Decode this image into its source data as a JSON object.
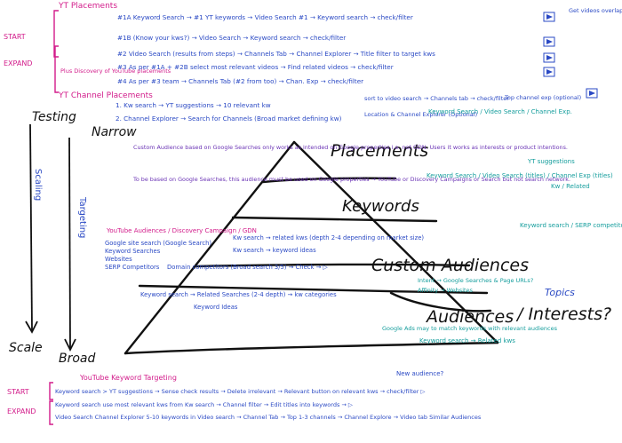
{
  "colors": {
    "black": "#111111",
    "blue": "#2a49c4",
    "magenta": "#d21b8a",
    "teal": "#149d9c",
    "purple": "#6b34b5"
  },
  "side_labels": {
    "start_top": "START",
    "expand_top": "EXPAND",
    "start_bottom": "START",
    "expand_bottom": "EXPAND",
    "testing": "Testing",
    "scaling": "Scaling",
    "scale": "Scale",
    "narrow": "Narrow",
    "broad": "Broad",
    "targeting": "Targeting"
  },
  "pyramid_labels": {
    "placements": "Placements",
    "keywords": "Keywords",
    "custom_audiences": "Custom Audiences",
    "audiences": "Audiences",
    "interests": "/ Interests?",
    "topics": "Topics"
  },
  "top_section": {
    "yt_placements": "YT Placements",
    "yt_channel_placements": "YT Channel Placements",
    "flow_1a": "#1A  Keyword Search  →  #1  YT keywords  →  Video Search #1  →  Keyword search → check/filter",
    "flow_1b": "#1B  (Know your kws?)  →  Video Search → Keyword search → check/filter",
    "flow_2": "#2  Video Search (results from steps) → Channels Tab → Channel Explorer → Title filter to target kws",
    "flow_3": "#3  As per #1A + #2B  select most relevant videos → Find related videos → check/filter",
    "flow_4": "#4  As per #3 team → Channels Tab (#2 from too) → Chan. Exp → check/filter",
    "plus_discovery": "Plus Discovery of YouTube placements",
    "get_videos": "Get videos overlap",
    "kw_search_suggestions": "1. Kw search → YT suggestions → 10 relevant kw",
    "channel_explorer_search": "2. Channel Explorer → Search for Channels (Broad market defining kw)",
    "sort_video_search": "sort to video search → Channels tab → check/filter",
    "location_channel_explorer": "Location & Channel Explorer (Optional)",
    "top_channel_exp": "Top channel exp (optional)"
  },
  "right_notes": {
    "kw_video_channel": "Keyword Search / Video Search / Channel Exp.",
    "yt_suggestions": "YT suggestions",
    "kw_search_stack": "Keyword Search / Video Search (titles) / Channel Exp (titles)",
    "kw_related": "Kw / Related",
    "kw_search_serp": "Keyword search / SERP competitors",
    "custom_aud_google": "Intent → Google Searches  & Page URLs?",
    "websites": "Affinity → Websites",
    "google_ads_may": "Google Ads may to match keywords with relevant audiences",
    "kw_search_related": "Keyword search → Related kws"
  },
  "left_notes": {
    "custom_aud_note_1": "Custom Audience based on Google Searches only works as intended on Google properties i.e. not GDN. Users it works as interests or product intentions.",
    "custom_aud_note_2": "To be based on Google Searches, this audience must be used on Google properties → YouTube or Discovery Campaigns or Search but not search network.",
    "youtube_audiences": "YouTube Audiences / Discovery Campaign / GDN",
    "google_site_search": "Google site search (Google Search)",
    "keyword_searches": "Keyword Searches",
    "websites_left": "Websites",
    "serp_competitors": "SERP Competitors",
    "domain_competitors": "Domain competitors (Broad search 3/5) → Check → ▷"
  },
  "middle_flows": {
    "kw_search_related": "Kw search → related kws (depth 2-4 depending on market size)",
    "kw_search_kw_ideas": "Kw search → keyword ideas",
    "kw_search_related_searches": "Keyword search → Related Searches (2-4 depth) → kw categories",
    "keyword_ideas": "Keyword Ideas"
  },
  "bottom_section": {
    "yt_keyword_targeting": "YouTube Keyword Targeting",
    "new_question": "New audience?",
    "flow_start": "Keyword search > YT suggestions → Sense check results → Delete irrelevant → Relevant button on relevant kws → check/filter ▷",
    "flow_expand_1": "Keyword search  use most relevant kws from Kw search → Channel filter → Edit titles into keywords → ▷",
    "flow_expand_2": "Video Search  Channel Explorer 5-10 keywords in Video search → Channel Tab → Top 1-3 channels → Channel Explore → Video tab   Similar Audiences"
  }
}
